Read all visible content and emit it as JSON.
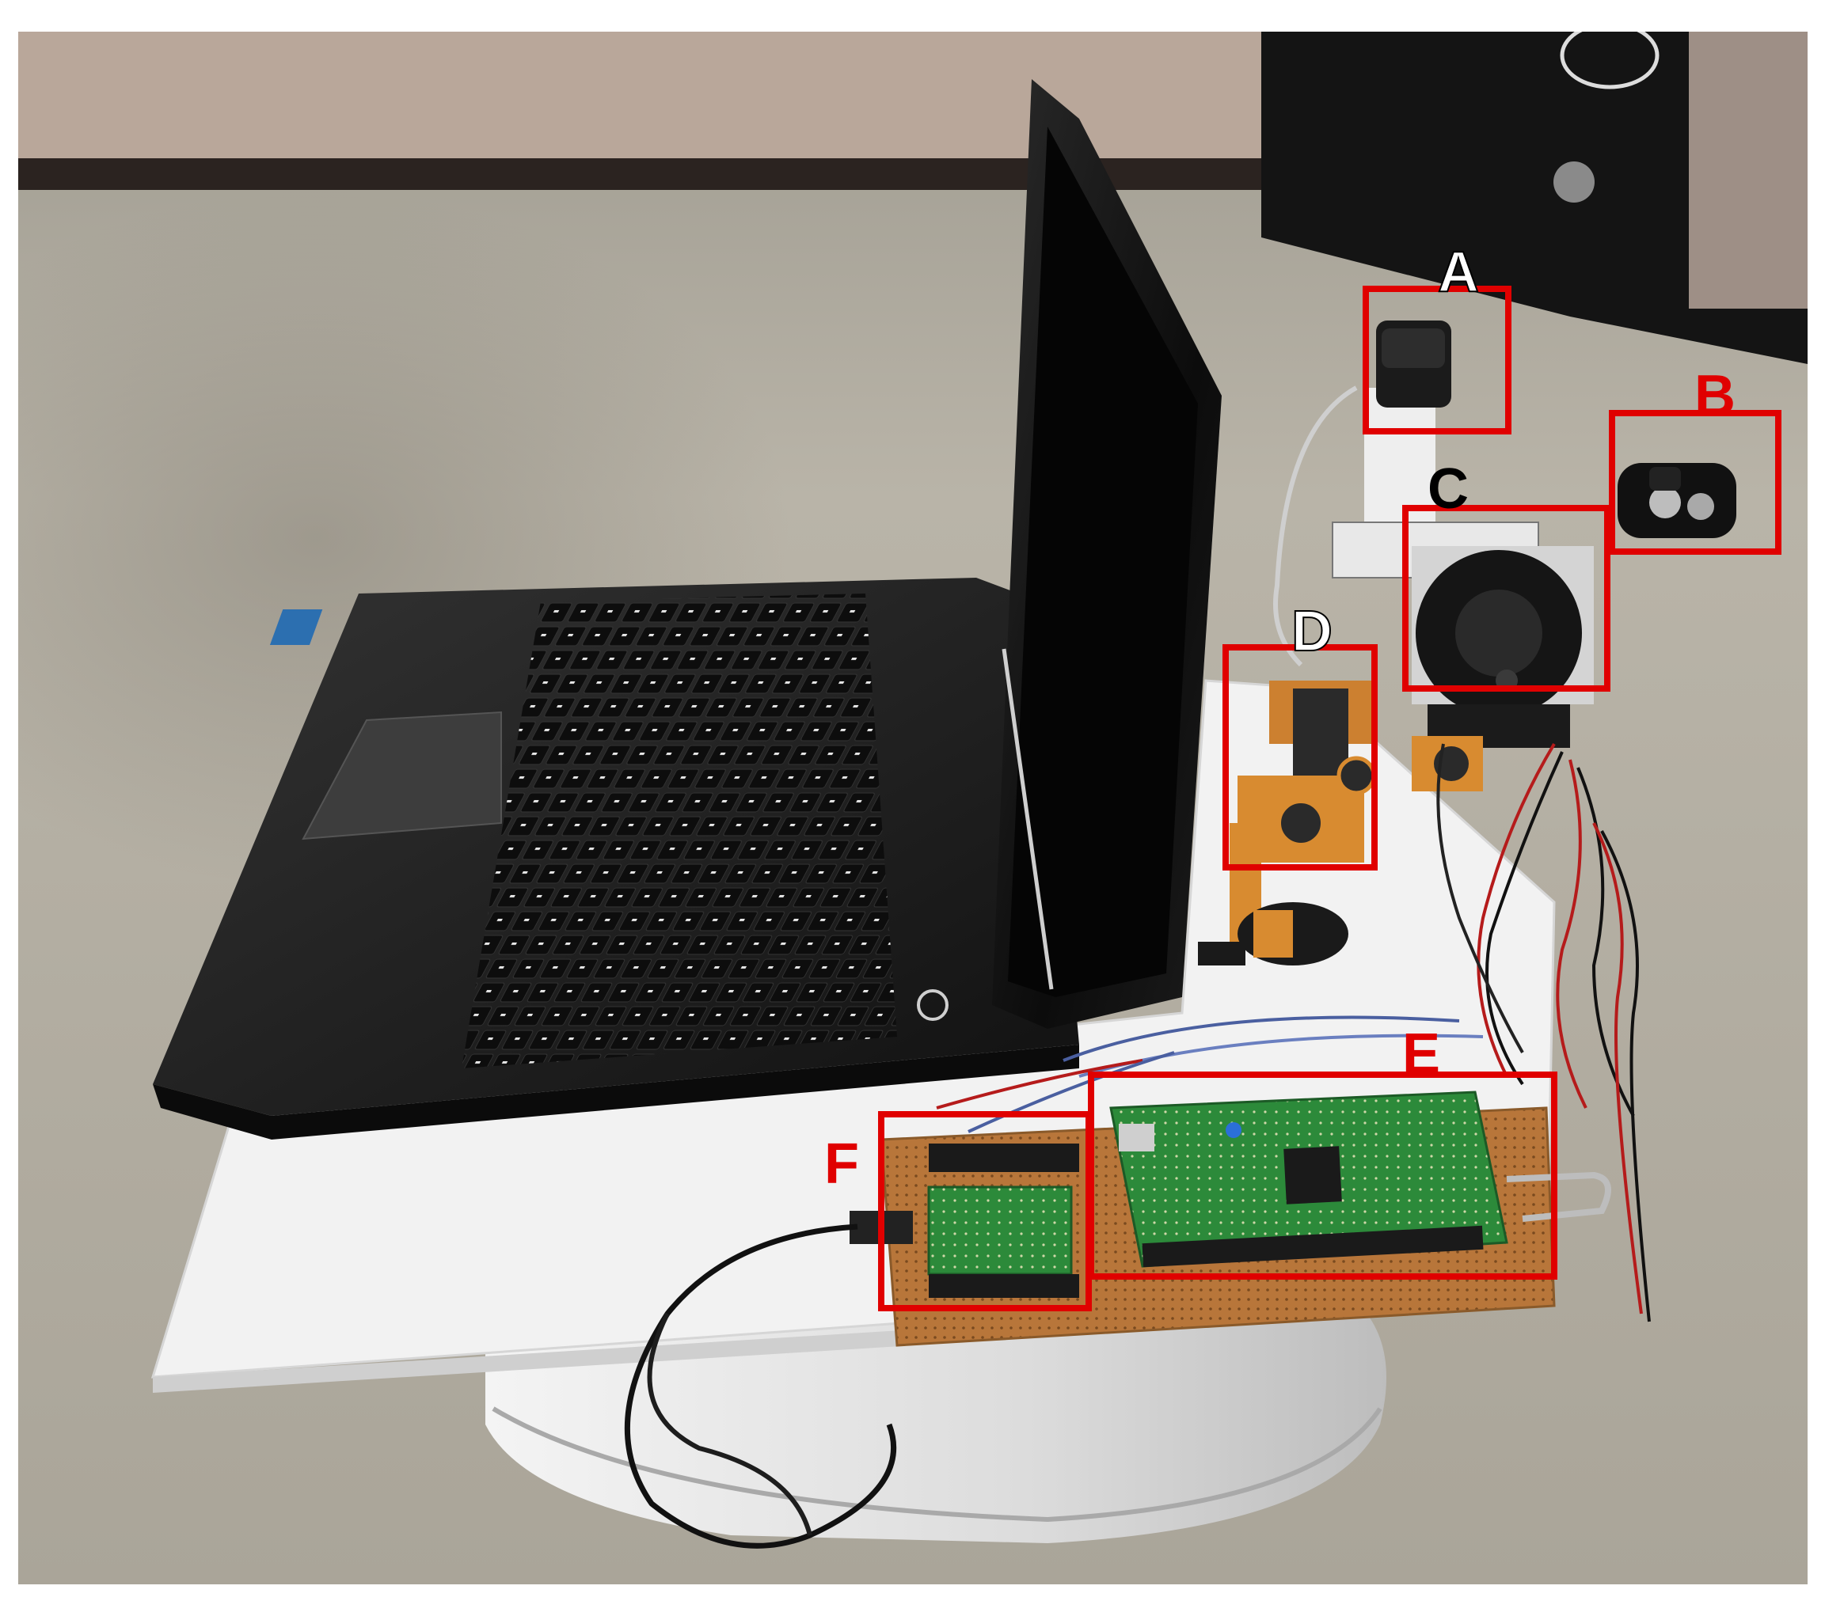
{
  "figure": {
    "labels": {
      "A": "A",
      "B": "B",
      "C": "C",
      "D": "D",
      "E": "E",
      "F": "F"
    }
  },
  "colors": {
    "annotation_box": "#e00000",
    "floor": "#b7b2a6",
    "wall": "#b9a79a",
    "platform": "#f2f2f2",
    "robot_base": "#e4e4e4",
    "laptop_body": "#1a1a1a",
    "pcb_green": "#2c8a3a",
    "perfboard": "#b8763a",
    "servo_bracket": "#d88b30"
  }
}
